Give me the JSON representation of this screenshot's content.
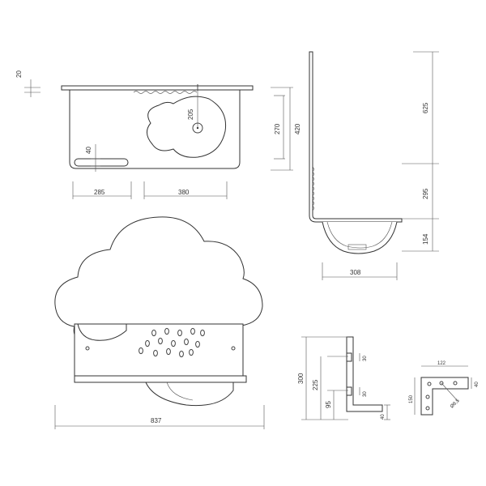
{
  "views": {
    "thickness_label": "20",
    "top_view": {
      "depth_label": "205",
      "slot_width_label": "40",
      "left_offset_label": "285",
      "basin_width_label": "380"
    },
    "side_depth": {
      "inner_label": "270",
      "outer_label": "420"
    },
    "section_view": {
      "upper_height_label": "625",
      "middle_height_label": "295",
      "basin_height_label": "154",
      "basin_width_label": "308"
    },
    "front_view": {
      "overall_width_label": "837"
    },
    "bracket_side": {
      "total_height_label": "300",
      "upper_label": "225",
      "lower_label": "95",
      "pin_upper_label": "30",
      "pin_lower_label": "30",
      "foot_label": "40"
    },
    "bracket_plan": {
      "width_label": "122",
      "depth_label": "150",
      "corner_label": "40",
      "hole_label": "Ø8,5"
    }
  }
}
